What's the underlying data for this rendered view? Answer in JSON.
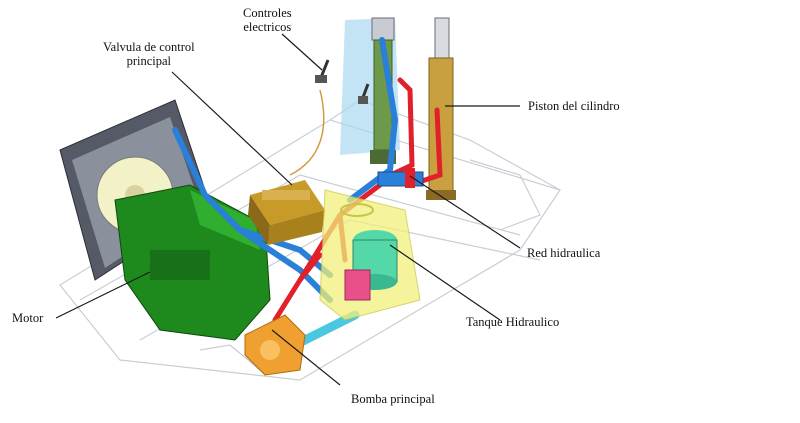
{
  "labels": {
    "controles": [
      "Controles",
      "electricos"
    ],
    "valvula": [
      "Valvula de control",
      "principal"
    ],
    "piston": "Piston del cilindro",
    "red": "Red hidraulica",
    "tanque": "Tanque Hidraulico",
    "motor": "Motor",
    "bomba": "Bomba principal"
  },
  "colors": {
    "engine": "#1e8a1e",
    "radiator": "#555a66",
    "valve_block": "#a8801c",
    "pump": "#f0a030",
    "tank": "#f2f07a",
    "tank_pink": "#e8508a",
    "tank_teal": "#55d8a8",
    "hose_blue": "#2a7fd8",
    "hose_red": "#e0202a",
    "cylinder_panel": "#a8d8f0",
    "cylinder_green": "#6c9a4a",
    "cylinder_gold": "#c8a040",
    "frame": "#d8dde4"
  }
}
